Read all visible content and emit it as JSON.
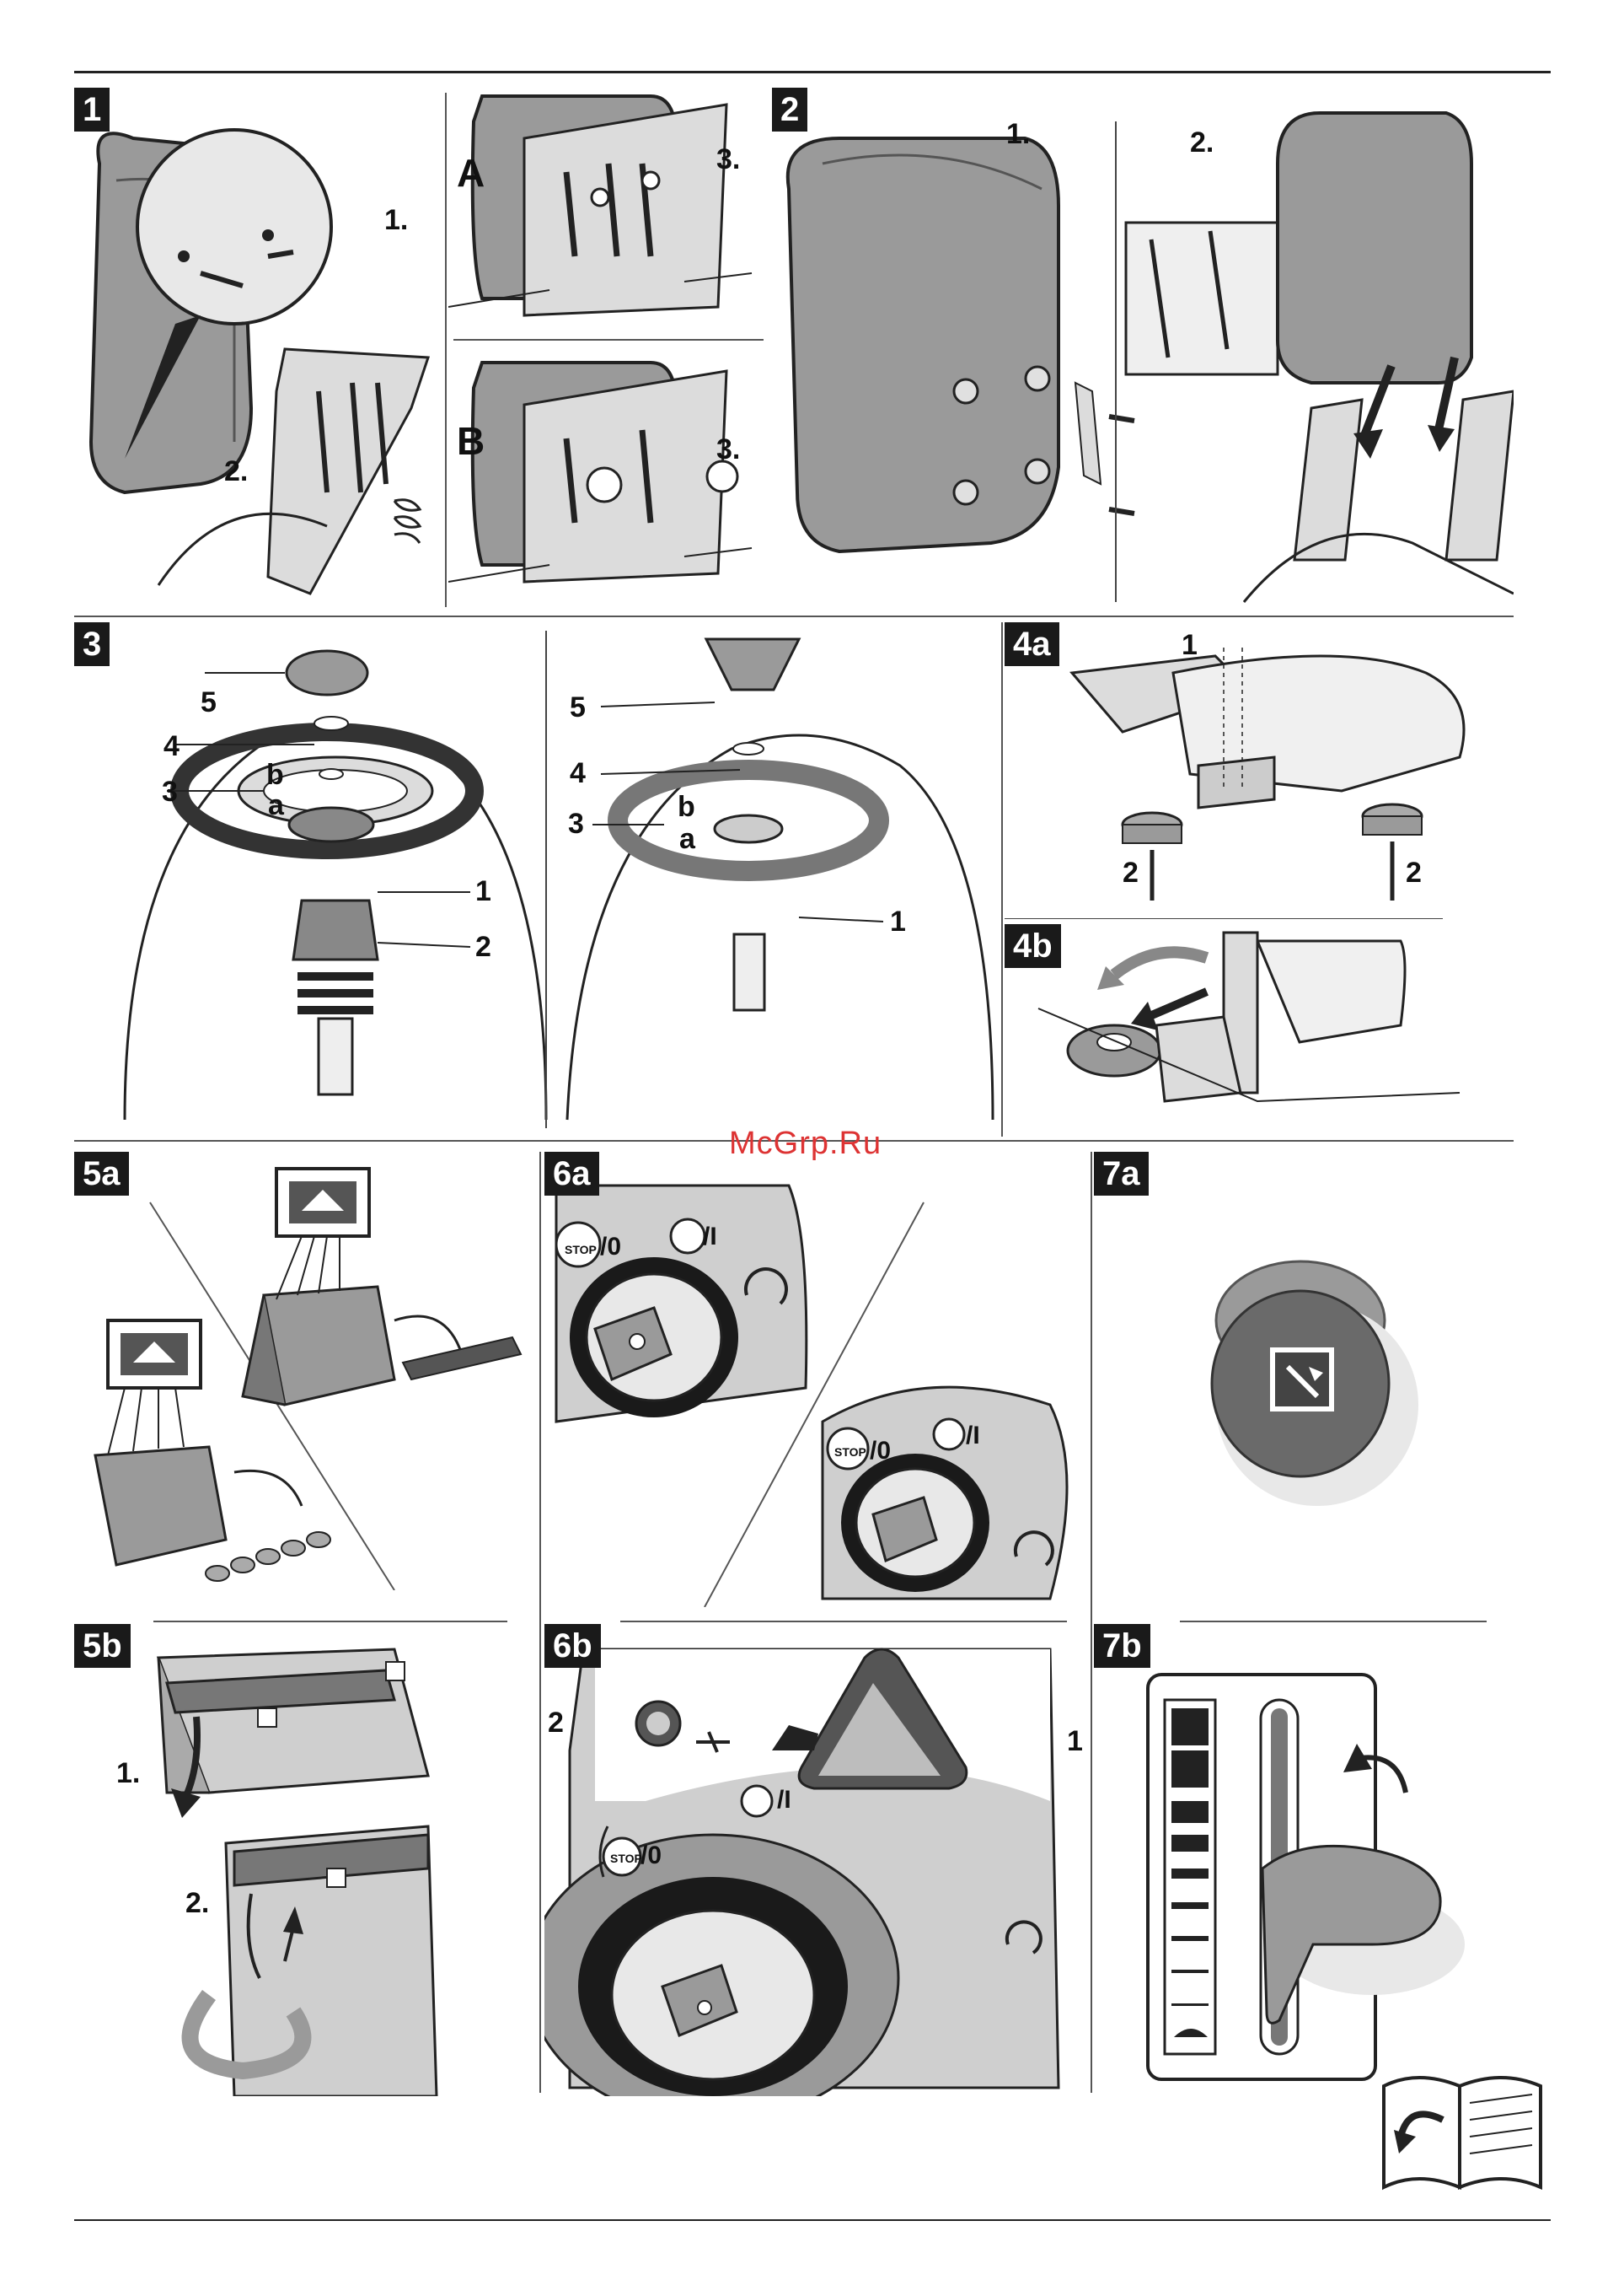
{
  "watermark": "McGrp.Ru",
  "figures": {
    "f1": {
      "badge": "1",
      "step1": "1.",
      "step2": "2."
    },
    "fA": {
      "badge": "A",
      "step3": "3."
    },
    "fB": {
      "badge": "B",
      "step3": "3."
    },
    "f2": {
      "badge": "2",
      "step1": "1.",
      "step2": "2."
    },
    "f3": {
      "badge": "3",
      "l1": "1",
      "l2": "2",
      "l3": "3",
      "l4": "4",
      "l5": "5",
      "la": "a",
      "lb": "b",
      "r1": "1",
      "r3": "3",
      "r4": "4",
      "r5": "5",
      "ra": "a",
      "rb": "b"
    },
    "f4a": {
      "badge": "4a",
      "l1": "1",
      "l2a": "2",
      "l2b": "2"
    },
    "f4b": {
      "badge": "4b"
    },
    "f5a": {
      "badge": "5a"
    },
    "f5b": {
      "badge": "5b",
      "step1": "1.",
      "step2": "2."
    },
    "f6a": {
      "badge": "6a",
      "stop": "STOP",
      "zero": "/0",
      "one": "/I",
      "stop2": "STOP",
      "zero2": "/0",
      "one2": "/I"
    },
    "f6b": {
      "badge": "6b",
      "l1": "1",
      "l2": "2",
      "stop": "STOP",
      "zero": "/0",
      "one": "/I"
    },
    "f7a": {
      "badge": "7a"
    },
    "f7b": {
      "badge": "7b"
    }
  },
  "colors": {
    "ink": "#1a1a1a",
    "gray": "#9a9a9a",
    "lightgray": "#cfcfcf",
    "watermark": "#d33333"
  }
}
